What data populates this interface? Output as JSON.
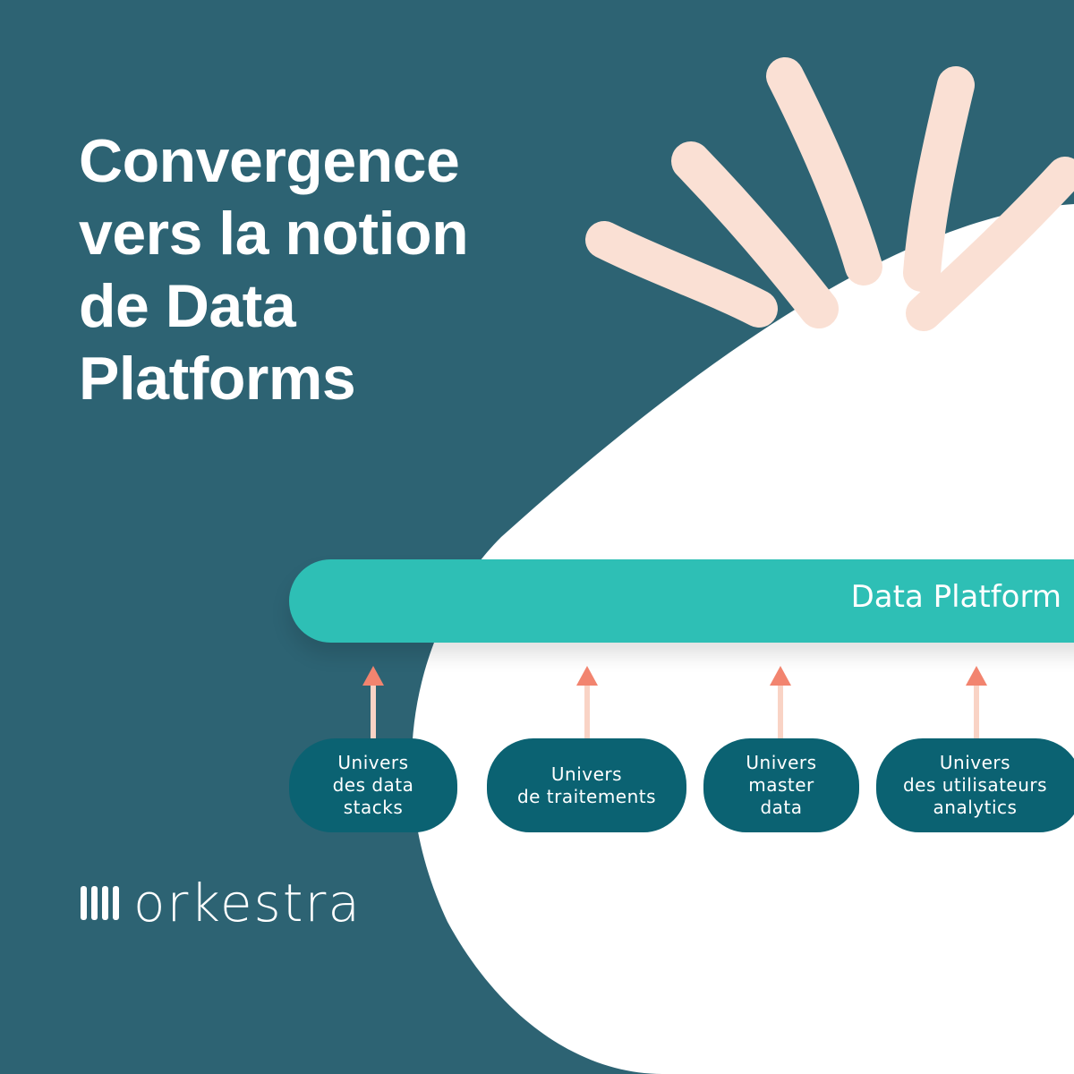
{
  "title": [
    "Convergence",
    "vers la notion",
    "de Data",
    "Platforms"
  ],
  "platform_label": "Data Platform",
  "universes": [
    {
      "lines": [
        "Univers",
        "des data",
        "stacks"
      ]
    },
    {
      "lines": [
        "Univers",
        "de traitements"
      ]
    },
    {
      "lines": [
        "Univers",
        "master",
        "data"
      ]
    },
    {
      "lines": [
        "Univers",
        "des utilisateurs",
        "analytics"
      ]
    }
  ],
  "logo": {
    "text": "orkestra"
  },
  "colors": {
    "background": "#2d6373",
    "bar": "#2ebfb5",
    "pill": "#0b6272",
    "arrow_head": "#f2846f",
    "arrow_shaft": "#f9d3c5",
    "fingers": "#fae0d4"
  }
}
